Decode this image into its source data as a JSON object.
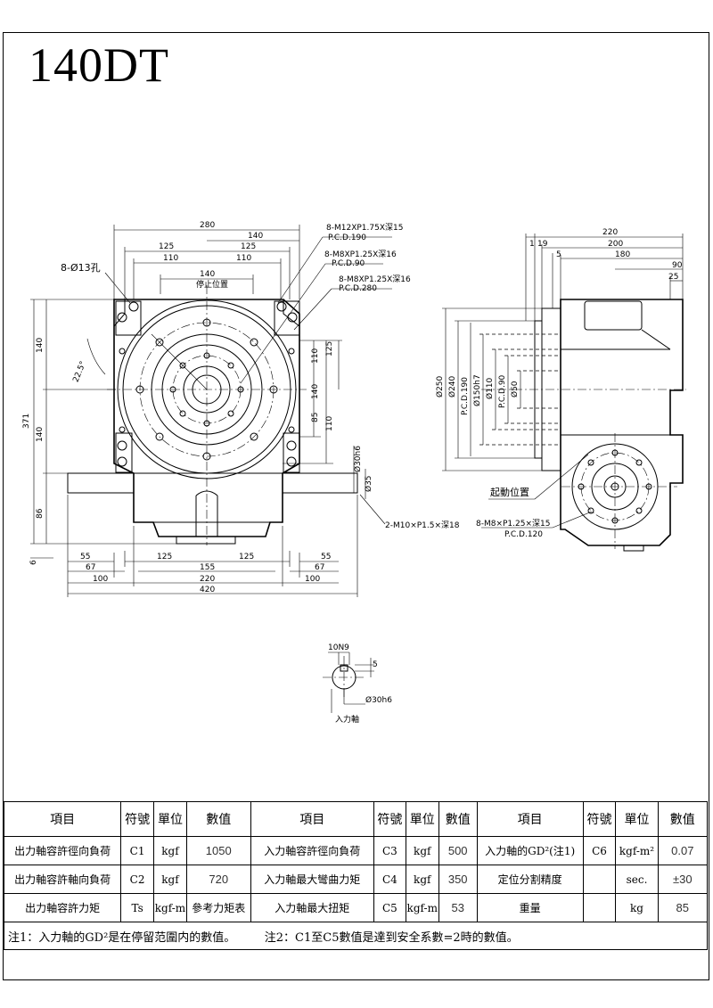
{
  "title": "140DT",
  "front_view": {
    "dims": {
      "w280": "280",
      "w140": "140",
      "w125": "125",
      "w110": "110",
      "w140b": "140",
      "hole_label": "8-Ø13孔",
      "stop_pos": "停止位置",
      "angle": "22.5°",
      "h140": "140",
      "h371": "371",
      "h86": "86",
      "h6": "6",
      "r110": "110",
      "r125": "125",
      "r140": "140",
      "r85": "85",
      "shaft_h6": "Ø30h6",
      "shaft_35": "Ø35",
      "b55": "55",
      "b67": "67",
      "b100": "100",
      "b125": "125",
      "b155": "155",
      "b220": "220",
      "b420": "420"
    },
    "notes": {
      "n1a": "8-M12XP1.75X深15",
      "n1b": "P.C.D.190",
      "n2a": "8-M8XP1.25X深16",
      "n2b": "P.C.D.90",
      "n3a": "8-M8XP1.25X深16",
      "n3b": "P.C.D.280",
      "tap": "2-M10×P1.5×深18"
    }
  },
  "side_view": {
    "dims": {
      "d220": "220",
      "d200": "200",
      "d180": "180",
      "d90": "90",
      "d25": "25",
      "d1": "1",
      "d19": "19",
      "d5": "5",
      "phi250": "Ø250",
      "phi240": "Ø240",
      "pcd190": "P.C.D.190",
      "phi150": "Ø150h7",
      "phi110": "Ø110",
      "pcd90": "P.C.D.90",
      "phi50": "Ø50"
    },
    "start_pos": "起動位置",
    "tap_a": "8-M8×P1.25×深15",
    "tap_b": "P.C.D.120"
  },
  "shaft_detail": {
    "key": "10N9",
    "five": "5",
    "dia": "Ø30h6",
    "label": "入力軸"
  },
  "spec_table": {
    "headers": [
      "項目",
      "符號",
      "單位",
      "數值",
      "項目",
      "符號",
      "單位",
      "數值",
      "項目",
      "符號",
      "單位",
      "數值"
    ],
    "rows": [
      [
        "出力軸容許徑向負荷",
        "C1",
        "kgf",
        "1050",
        "入力軸容許徑向負荷",
        "C3",
        "kgf",
        "500",
        "入力軸的GD²(注1)",
        "C6",
        "kgf-m²",
        "0.07"
      ],
      [
        "出力軸容許軸向負荷",
        "C2",
        "kgf",
        "720",
        "入力軸最大彎曲力矩",
        "C4",
        "kgf",
        "350",
        "定位分割精度",
        "",
        "sec.",
        "±30"
      ],
      [
        "出力軸容許力矩",
        "Ts",
        "kgf-m",
        "參考力矩表",
        "入力軸最大扭矩",
        "C5",
        "kgf-m",
        "53",
        "重量",
        "",
        "kg",
        "85"
      ]
    ],
    "note": "注1：入力軸的GD²是在停留范圍内的數值。　　　注2：C1至C5數值是達到安全系數=2時的數值。"
  }
}
